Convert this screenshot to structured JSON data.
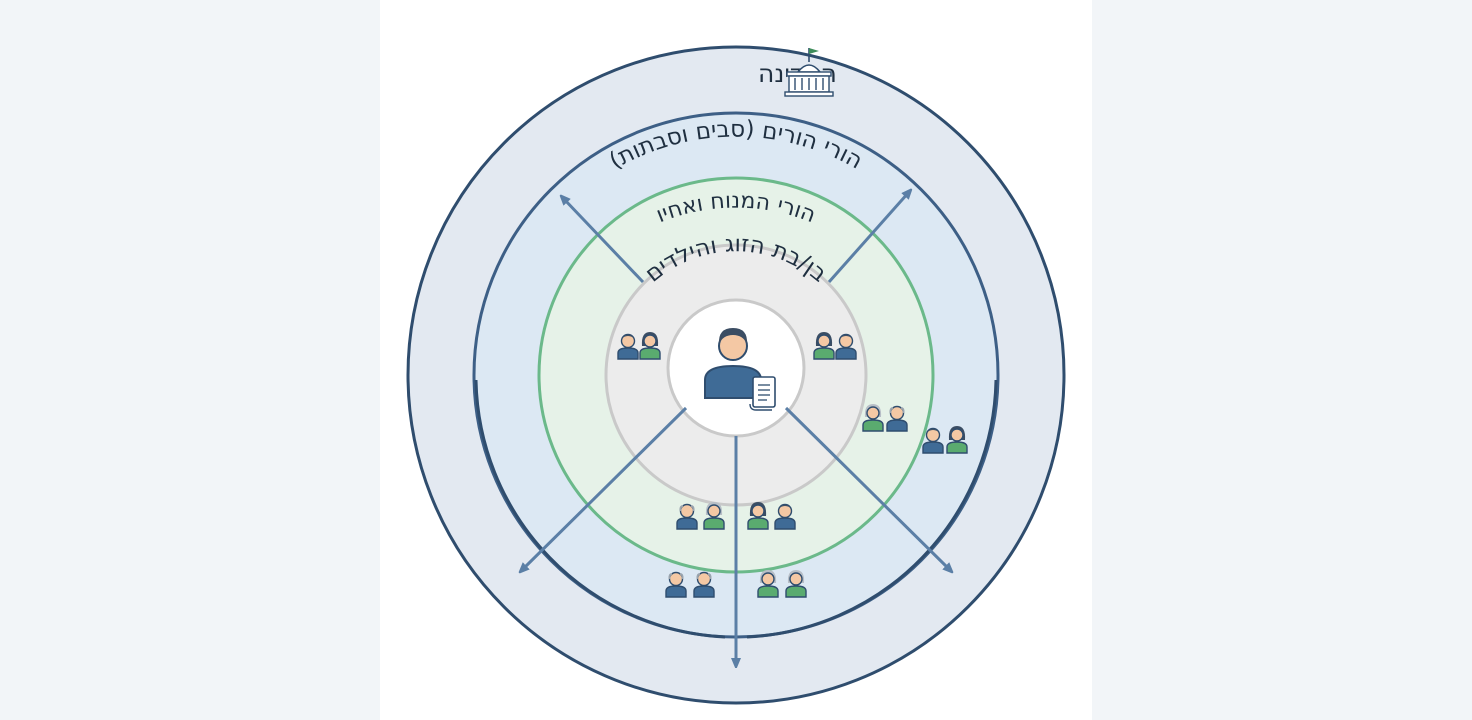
{
  "diagram": {
    "rings": {
      "state_label": "המדינה",
      "grandparents_label": "הורי הורים (סבים וסבתות)",
      "parents_siblings_label": "הורי המנוח ואחיו",
      "spouse_children_label": "בן/בת הזוג והילדים"
    },
    "icons": {
      "state": "government-building-icon",
      "deceased": "person-with-document-icon",
      "family": "people-pair-icon"
    },
    "colors": {
      "outer_ring": "#e3e9f1",
      "outer_stroke": "#2f4d6e",
      "grandparents_ring": "#dce8f3",
      "grandparents_stroke": "#3d5f86",
      "parents_ring": "#e4f1e6",
      "parents_stroke": "#6bb98a",
      "inner_ring": "#ececec",
      "inner_stroke": "#c9c9c9",
      "arrow": "#5b7fa6",
      "person_blue": "#3f6b96",
      "person_green": "#5aab6f",
      "skin": "#f4c8a4"
    }
  }
}
